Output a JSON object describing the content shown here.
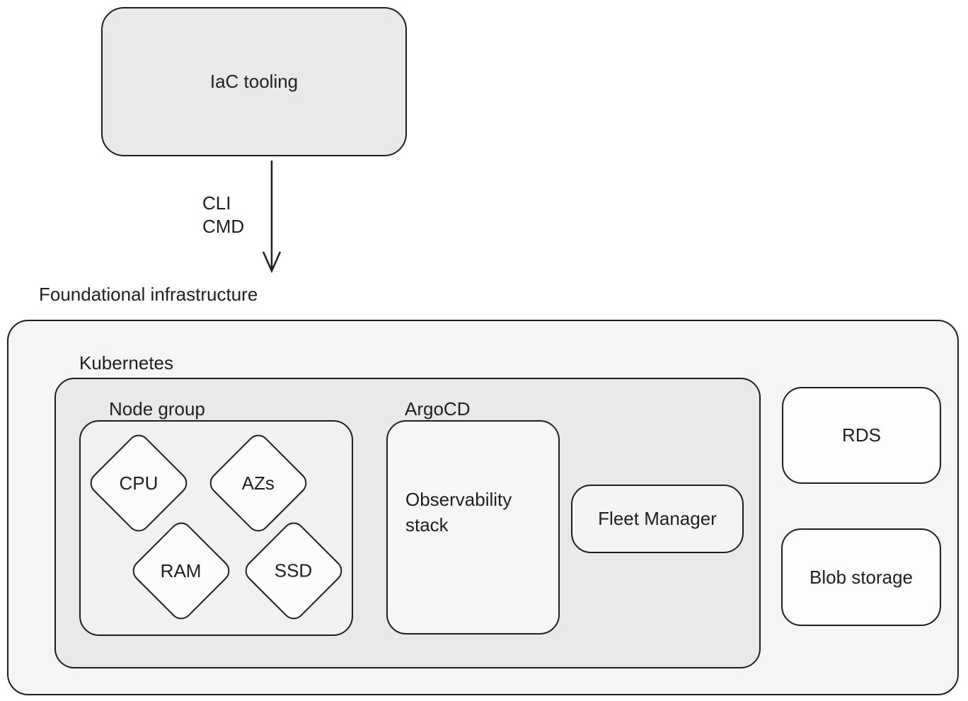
{
  "palette": {
    "border": "#1e1e1e",
    "text": "#1f1f1f",
    "iac_fill": "#e9e9e9",
    "foundational_fill": "#f5f5f5",
    "kubernetes_fill": "#e9e9e9",
    "node_group_fill": "#f1f1f1",
    "argocd_fill": "#f6f6f6",
    "fleet_fill": "#f4f4f4",
    "diamond_fill": "#fcfcfc",
    "storage_fill": "#fdfdfd"
  },
  "diagram": {
    "iac_box": {
      "label": "IaC tooling"
    },
    "arrow_label": {
      "line1": "CLI",
      "line2": "CMD"
    },
    "foundational": {
      "label": "Foundational infrastructure",
      "kubernetes": {
        "label": "Kubernetes",
        "node_group": {
          "label": "Node group",
          "diamonds": [
            {
              "label": "CPU"
            },
            {
              "label": "AZs"
            },
            {
              "label": "RAM"
            },
            {
              "label": "SSD"
            }
          ]
        },
        "argocd": {
          "label": "ArgoCD",
          "content": "Observability stack"
        },
        "fleet_manager": {
          "label": "Fleet Manager"
        }
      },
      "rds": {
        "label": "RDS"
      },
      "blob_storage": {
        "label": "Blob storage"
      }
    }
  }
}
